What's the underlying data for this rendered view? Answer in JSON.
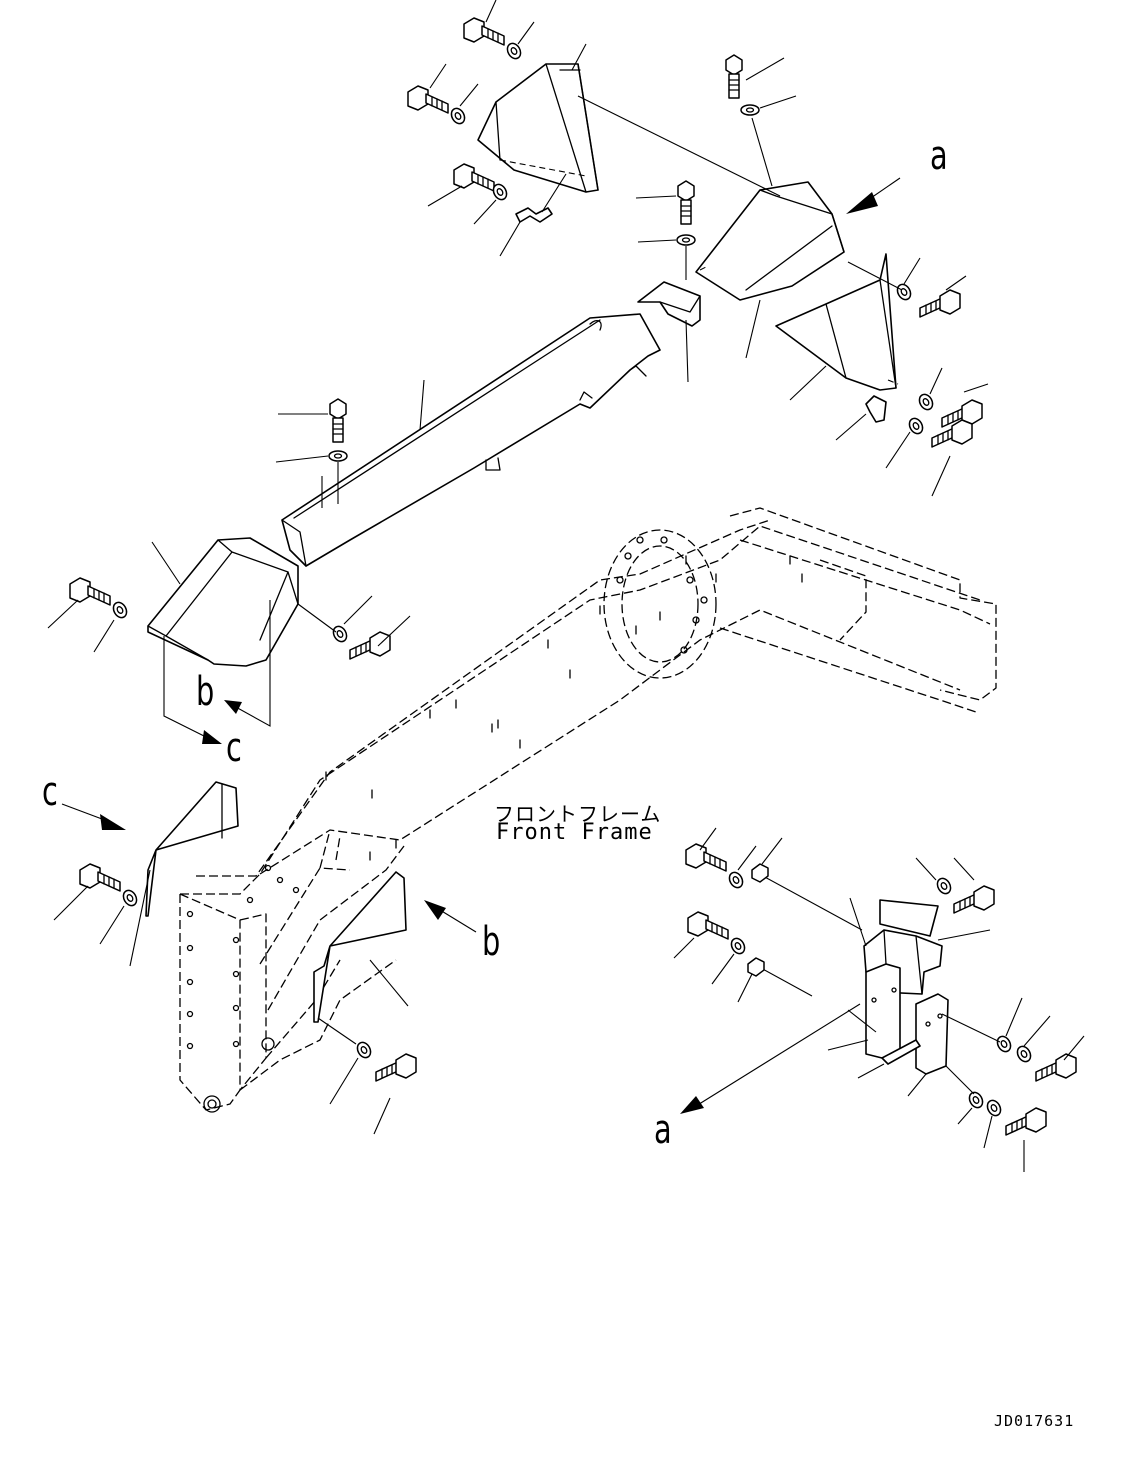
{
  "frame_label": {
    "japanese": "フロントフレーム",
    "english": "Front Frame"
  },
  "view_labels": {
    "a_top": "a",
    "a_bottom": "a",
    "b_left": "b",
    "b_right": "b",
    "c_left": "c",
    "c_bottom": "c"
  },
  "drawing_code": "JD017631"
}
